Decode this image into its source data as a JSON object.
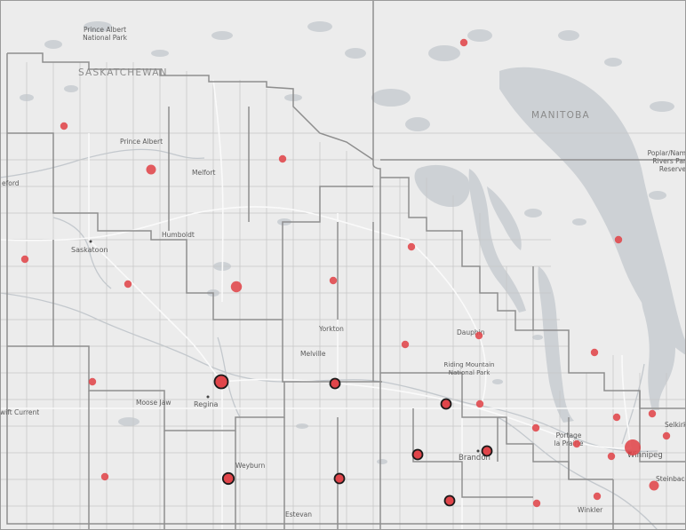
{
  "provinces": [
    {
      "id": "sk",
      "label": "SASKATCHEWAN"
    },
    {
      "id": "mb",
      "label": "MANITOBA"
    }
  ],
  "places": [
    {
      "id": "prince-albert-np",
      "label": "Prince Albert\nNational Park"
    },
    {
      "id": "prince-albert",
      "label": "Prince Albert"
    },
    {
      "id": "melfort",
      "label": "Melfort"
    },
    {
      "id": "humboldt",
      "label": "Humboldt"
    },
    {
      "id": "saskatoon",
      "label": "Saskatoon"
    },
    {
      "id": "battleford",
      "label": "eford"
    },
    {
      "id": "yorkton",
      "label": "Yorkton"
    },
    {
      "id": "melville",
      "label": "Melville"
    },
    {
      "id": "moose-jaw",
      "label": "Moose Jaw"
    },
    {
      "id": "regina",
      "label": "Regina"
    },
    {
      "id": "swift-current",
      "label": "wift Current"
    },
    {
      "id": "weyburn",
      "label": "Weyburn"
    },
    {
      "id": "estevan",
      "label": "Estevan"
    },
    {
      "id": "dauphin",
      "label": "Dauphin"
    },
    {
      "id": "riding-mountain",
      "label": "Riding Mountain\nNational Park"
    },
    {
      "id": "brandon",
      "label": "Brandon"
    },
    {
      "id": "portage",
      "label": "Portage\nla Prairie"
    },
    {
      "id": "selkirk",
      "label": "Selkirk"
    },
    {
      "id": "winnipeg",
      "label": "Winnipeg"
    },
    {
      "id": "steinbach",
      "label": "Steinbach"
    },
    {
      "id": "winkler",
      "label": "Winkler"
    },
    {
      "id": "poplar",
      "label": "Poplar/Nam\nRivers Par\nReserve"
    }
  ],
  "markers": [
    {
      "magnitude": 1,
      "outlined": false
    },
    {
      "magnitude": 1,
      "outlined": false
    },
    {
      "magnitude": 1,
      "outlined": false
    },
    {
      "magnitude": 2,
      "outlined": false
    },
    {
      "magnitude": 1,
      "outlined": false
    },
    {
      "magnitude": 1,
      "outlined": false
    },
    {
      "magnitude": 3,
      "outlined": false
    },
    {
      "magnitude": 1,
      "outlined": false
    },
    {
      "magnitude": 1,
      "outlined": false
    },
    {
      "magnitude": 1,
      "outlined": false
    },
    {
      "magnitude": 1,
      "outlined": false
    },
    {
      "magnitude": 1,
      "outlined": false
    },
    {
      "magnitude": 4,
      "outlined": true
    },
    {
      "magnitude": 2,
      "outlined": true
    },
    {
      "magnitude": 2,
      "outlined": true
    },
    {
      "magnitude": 2,
      "outlined": true
    },
    {
      "magnitude": 2,
      "outlined": true
    },
    {
      "magnitude": 2,
      "outlined": true
    },
    {
      "magnitude": 3,
      "outlined": true
    },
    {
      "magnitude": 2,
      "outlined": true
    },
    {
      "magnitude": 1,
      "outlined": false
    },
    {
      "magnitude": 1,
      "outlined": false
    },
    {
      "magnitude": 1,
      "outlined": false
    },
    {
      "magnitude": 1,
      "outlined": false
    },
    {
      "magnitude": 1,
      "outlined": false
    },
    {
      "magnitude": 1,
      "outlined": false
    },
    {
      "magnitude": 1,
      "outlined": false
    },
    {
      "magnitude": 1,
      "outlined": false
    },
    {
      "magnitude": 5,
      "outlined": false
    },
    {
      "magnitude": 2,
      "outlined": false
    },
    {
      "magnitude": 1,
      "outlined": false
    },
    {
      "magnitude": 1,
      "outlined": false
    },
    {
      "magnitude": 1,
      "outlined": false
    },
    {
      "magnitude": 1,
      "outlined": false
    }
  ],
  "colors": {
    "land": "#ececec",
    "water": "#cdd1d5",
    "border": "#8e8e8e",
    "grid": "#c6c6c6",
    "road": "#f8f8f8",
    "marker": "#e0454a",
    "marker_outline": "#1a1a1a",
    "label": "#5a5a5a",
    "province_label": "#8a8a8a"
  }
}
